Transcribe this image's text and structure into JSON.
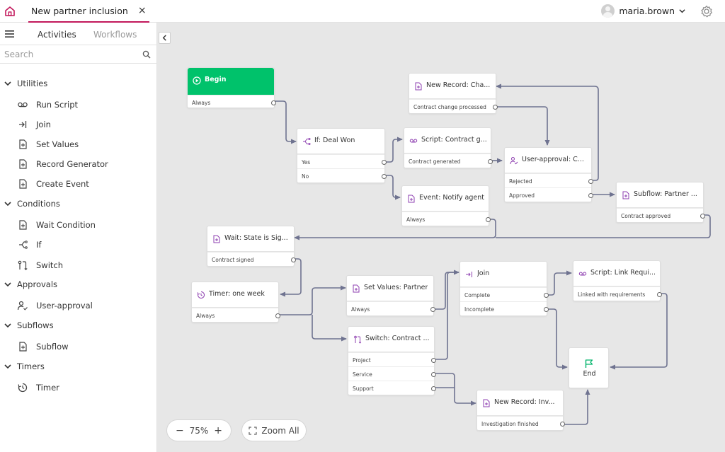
{
  "app": {
    "tab_title": "New partner inclusion",
    "tab_close": "×",
    "user_name": "maria.brown",
    "user_chevron": "⌄"
  },
  "sidebar": {
    "tabs": [
      {
        "label": "Activities",
        "active": true
      },
      {
        "label": "Workflows",
        "active": false
      }
    ],
    "search_placeholder": "Search",
    "categories": [
      {
        "label": "Utilities",
        "items": [
          {
            "label": "Run Script",
            "icon": "script-icon"
          },
          {
            "label": "Join",
            "icon": "join-icon"
          },
          {
            "label": "Set Values",
            "icon": "document-plus-icon"
          },
          {
            "label": "Record Generator",
            "icon": "document-plus-icon"
          },
          {
            "label": "Create Event",
            "icon": "document-plus-icon"
          }
        ]
      },
      {
        "label": "Conditions",
        "items": [
          {
            "label": "Wait Condition",
            "icon": "document-plus-icon"
          },
          {
            "label": "If",
            "icon": "branch-icon"
          },
          {
            "label": "Switch",
            "icon": "switch-icon"
          }
        ]
      },
      {
        "label": "Approvals",
        "items": [
          {
            "label": "User-approval",
            "icon": "user-check-icon"
          }
        ]
      },
      {
        "label": "Subflows",
        "items": [
          {
            "label": "Subflow",
            "icon": "document-plus-icon"
          }
        ]
      },
      {
        "label": "Timers",
        "items": [
          {
            "label": "Timer",
            "icon": "timer-icon"
          }
        ]
      }
    ]
  },
  "canvas": {
    "nodes": {
      "begin": {
        "title": "Begin",
        "outputs": [
          "Always"
        ]
      },
      "new_record_change": {
        "title": "New Record: Cha...",
        "outputs": [
          "Contract change processed"
        ]
      },
      "if_deal_won": {
        "title": "If: Deal Won",
        "outputs": [
          "Yes",
          "No"
        ]
      },
      "script_contract": {
        "title": "Script: Contract g...",
        "outputs": [
          "Contract generated"
        ]
      },
      "user_approval": {
        "title": "User-approval: C...",
        "outputs": [
          "Rejected",
          "Approved"
        ]
      },
      "event_notify": {
        "title": "Event: Notify agent",
        "outputs": [
          "Always"
        ]
      },
      "subflow_partner": {
        "title": "Subflow: Partner ...",
        "outputs": [
          "Contract approved"
        ]
      },
      "wait_state": {
        "title": "Wait: State is Sig...",
        "outputs": [
          "Contract signed"
        ]
      },
      "timer_week": {
        "title": "Timer: one week",
        "outputs": [
          "Always"
        ]
      },
      "set_values_partner": {
        "title": "Set Values: Partner",
        "outputs": [
          "Always"
        ]
      },
      "join": {
        "title": "Join",
        "outputs": [
          "Complete",
          "Incomplete"
        ]
      },
      "script_link": {
        "title": "Script: Link Requi...",
        "outputs": [
          "Linked with requirements"
        ]
      },
      "switch_contract": {
        "title": "Switch: Contract ...",
        "outputs": [
          "Project",
          "Service",
          "Support"
        ]
      },
      "end": {
        "title": "End"
      },
      "new_record_inv": {
        "title": "New Record: Inv...",
        "outputs": [
          "Investigation finished"
        ]
      }
    },
    "colors": {
      "begin": "#00c26b",
      "icon_accent": "#8e3fb0",
      "end_flag": "#00b36a",
      "wire": "#6f7390",
      "brand": "#c2185b"
    }
  },
  "zoom": {
    "minus": "−",
    "value": "75%",
    "plus": "+",
    "zoom_all_label": "Zoom All"
  }
}
